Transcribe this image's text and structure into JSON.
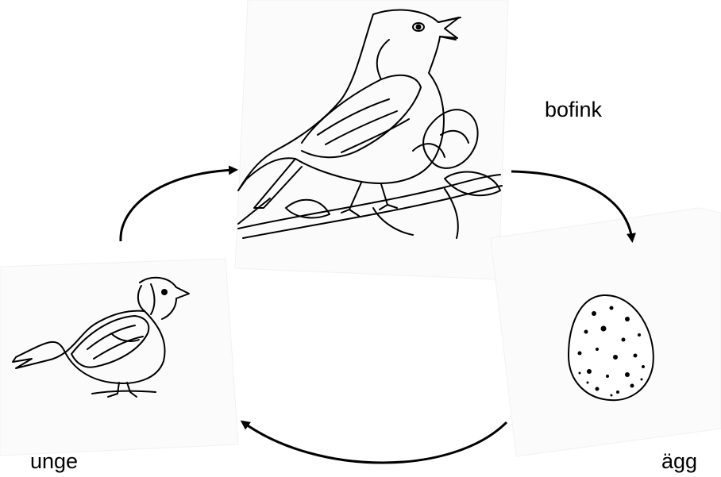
{
  "labels": {
    "adult": "bofink",
    "chick": "unge",
    "egg": "ägg"
  },
  "icons": {
    "adult": "singing-finch-drawing",
    "chick": "young-bird-drawing",
    "egg": "speckled-egg-drawing",
    "arrows": "curved-arrow"
  },
  "colors": {
    "ink": "#000000",
    "background": "#ffffff"
  }
}
